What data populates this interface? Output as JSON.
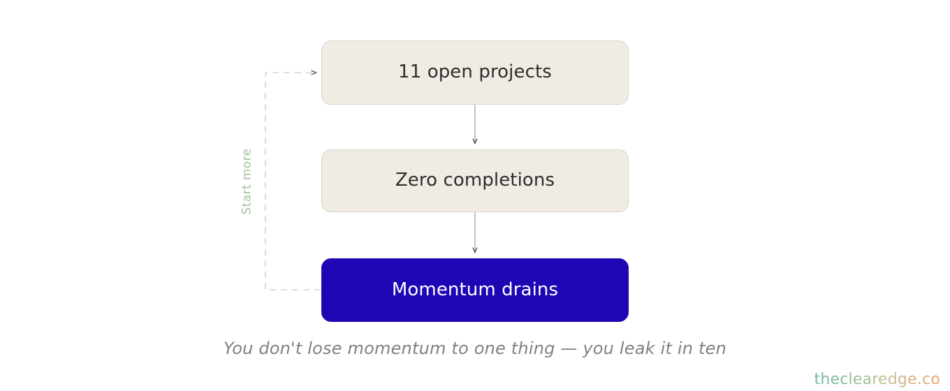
{
  "diagram": {
    "nodes": [
      {
        "id": "node-1",
        "label": "11 open projects",
        "style": "plain"
      },
      {
        "id": "node-2",
        "label": "Zero completions",
        "style": "plain"
      },
      {
        "id": "node-3",
        "label": "Momentum drains",
        "style": "accent"
      }
    ],
    "edges": [
      {
        "from": "node-1",
        "to": "node-2",
        "style": "solid",
        "label": ""
      },
      {
        "from": "node-2",
        "to": "node-3",
        "style": "solid",
        "label": ""
      },
      {
        "from": "node-3",
        "to": "node-1",
        "style": "dashed",
        "label": "Start more"
      }
    ],
    "loop_label": "Start more"
  },
  "caption": "You don't lose momentum to one thing — you leak it in ten",
  "watermark": "theclearedge.co",
  "colors": {
    "node_fill": "#f0ece4",
    "node_border": "#d9d5cd",
    "node_text": "#2e2e2e",
    "accent_fill": "#1f06b5",
    "accent_text": "#ffffff",
    "connector": "#b5b2ab",
    "loop_label": "#a3c49a",
    "caption": "#808080",
    "background": "#ffffff"
  }
}
